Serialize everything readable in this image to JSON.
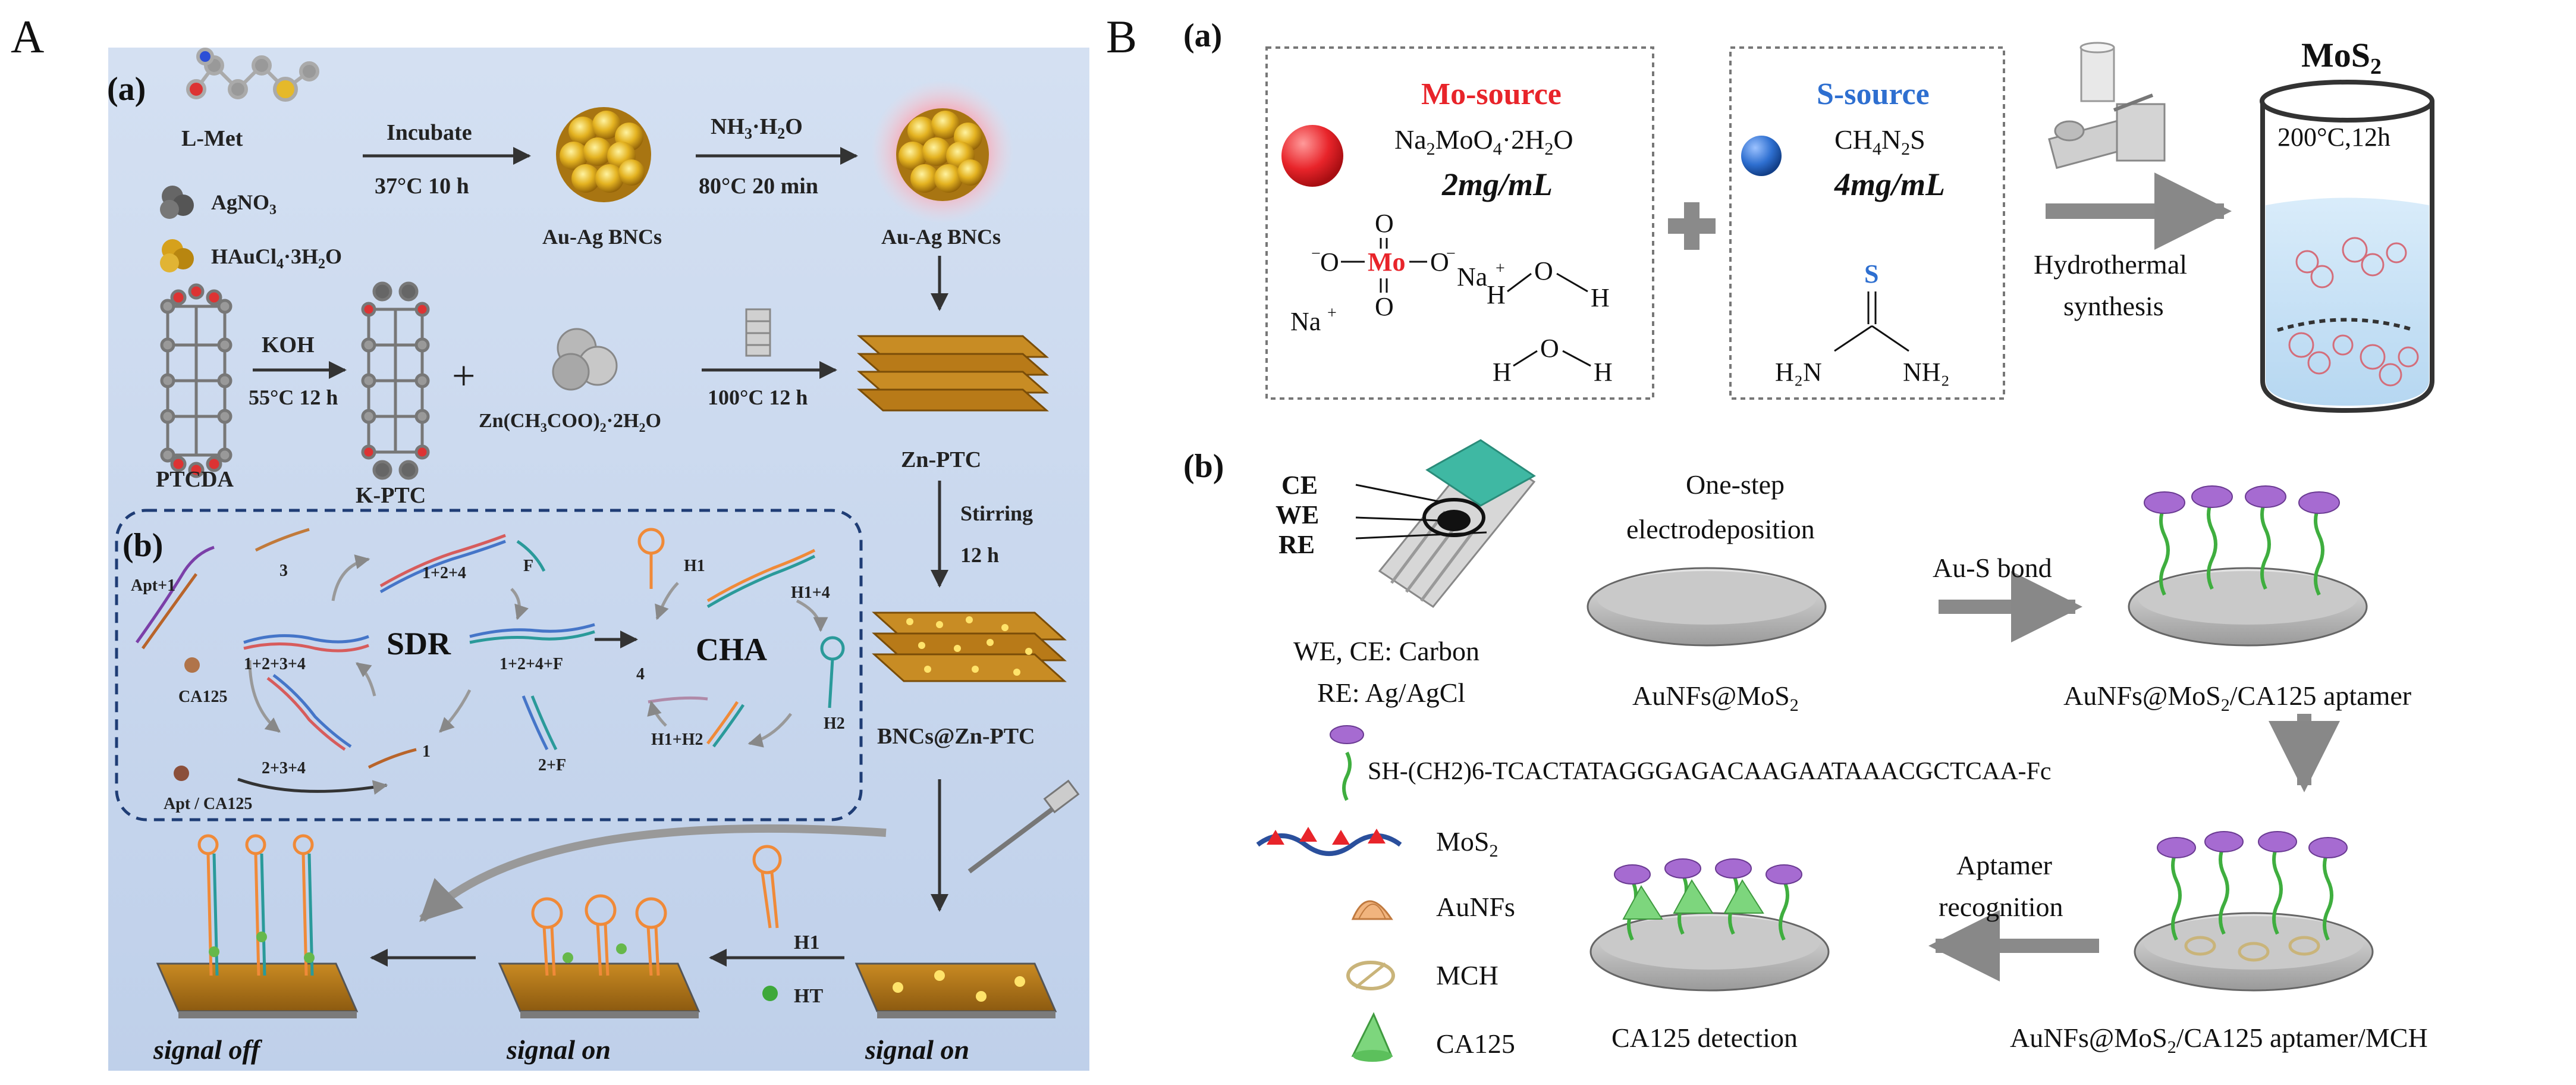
{
  "panel_a": {
    "letter": "A",
    "sub_a": "(a)",
    "sub_b": "(b)",
    "lmet": "L-Met",
    "agno3": "AgNO",
    "agno3_sub": "3",
    "haucl": "HAuCl",
    "haucl_sub1": "4",
    "haucl_mid": "·3H",
    "haucl_sub2": "2",
    "haucl_end": "O",
    "incubate": "Incubate",
    "incubate_cond": "37°C  10 h",
    "aubnc1": "Au-Ag BNCs",
    "nh3": "NH",
    "nh3_sub": "3",
    "nh3_mid": "·H",
    "nh3_sub2": "2",
    "nh3_end": "O",
    "nh3_cond": "80°C 20 min",
    "aubnc2": "Au-Ag BNCs",
    "koh": "KOH",
    "koh_cond": "55°C 12 h",
    "plus": "+",
    "zn_salt": "Zn(CH",
    "zn_sub1": "3",
    "zn_mid": "COO)",
    "zn_sub2": "2",
    "zn_mid2": "·2H",
    "zn_sub3": "2",
    "zn_end": "O",
    "cond_100": "100°C 12 h",
    "ptcda": "PTCDA",
    "kptc": "K-PTC",
    "znptc": "Zn-PTC",
    "stirring": "Stirring",
    "stirring_time": "12 h",
    "bncs": "BNCs@Zn-PTC",
    "apt1": "Apt+1",
    "ca125": "CA125",
    "apt_ca125": "Apt / CA125",
    "n3": "3",
    "n1234": "1+2+3+4",
    "n234": "2+3+4",
    "n1": "1",
    "n124": "1+2+4",
    "nF": "F",
    "n124F": "1+2+4+F",
    "n2F": "2+F",
    "sdr": "SDR",
    "cha": "CHA",
    "h1": "H1",
    "h1p4": "H1+4",
    "n4": "4",
    "h1h2": "H1+H2",
    "h2": "H2",
    "h1_bot": "H1",
    "ht": "HT",
    "signal_off": "signal off",
    "signal_on_mid": "signal on",
    "signal_on_right": "signal on"
  },
  "panel_b": {
    "letter": "B",
    "sub_a": "(a)",
    "sub_b": "(b)",
    "mo_title": "Mo-source",
    "mo_formula_a": "Na",
    "mo_formula_sub1": "2",
    "mo_formula_b": "MoO",
    "mo_formula_sub2": "4",
    "mo_formula_c": "·2H",
    "mo_formula_sub3": "2",
    "mo_formula_d": "O",
    "mo_conc": "2mg/mL",
    "s_title": "S-source",
    "s_formula_a": "CH",
    "s_formula_sub1": "4",
    "s_formula_b": "N",
    "s_formula_sub2": "2",
    "s_formula_c": "S",
    "s_conc": "4mg/mL",
    "mo_atom": "Mo",
    "o_atom": "O",
    "na_atom": "Na",
    "h_atom": "H",
    "s_atom": "S",
    "h2n": "H₂N",
    "nh2": "NH₂",
    "hydro1": "Hydrothermal",
    "hydro2": "synthesis",
    "mos2": "MoS",
    "mos2_sub": "2",
    "temp": "200°C,12h",
    "ce": "CE",
    "we": "WE",
    "re": "RE",
    "onestep1": "One-step",
    "onestep2": "electrodeposition",
    "ausbond": "Au-S bond",
    "we_ce": "WE, CE: Carbon",
    "re_ag": "RE: Ag/AgCl",
    "aunfs_mos2": "AuNFs@MoS",
    "aunfs_mos2_sub": "2",
    "aptamer_label_a": "AuNFs@MoS",
    "aptamer_label_sub": "2",
    "aptamer_label_b": "/CA125 aptamer",
    "sequence": "SH-(CH2)6-TCACTATAGGGAGACAAGAATAAACGCTCAA-Fc",
    "leg_mos2": "MoS",
    "leg_mos2_sub": "2",
    "leg_aunfs": "AuNFs",
    "leg_mch": "MCH",
    "leg_ca125": "CA125",
    "apt_rec1": "Aptamer",
    "apt_rec2": "recognition",
    "ca125_det": "CA125 detection",
    "mch_label_a": "AuNFs@MoS",
    "mch_label_sub": "2",
    "mch_label_b": "/CA125 aptamer/MCH"
  },
  "colors": {
    "panel_a_bg": "#c6d6ee",
    "mo_red": "#e8242a",
    "s_blue": "#2e6fd0",
    "arrow_gray": "#7d7d7d",
    "gold": "#c8901a",
    "plate": "#b8781e"
  }
}
